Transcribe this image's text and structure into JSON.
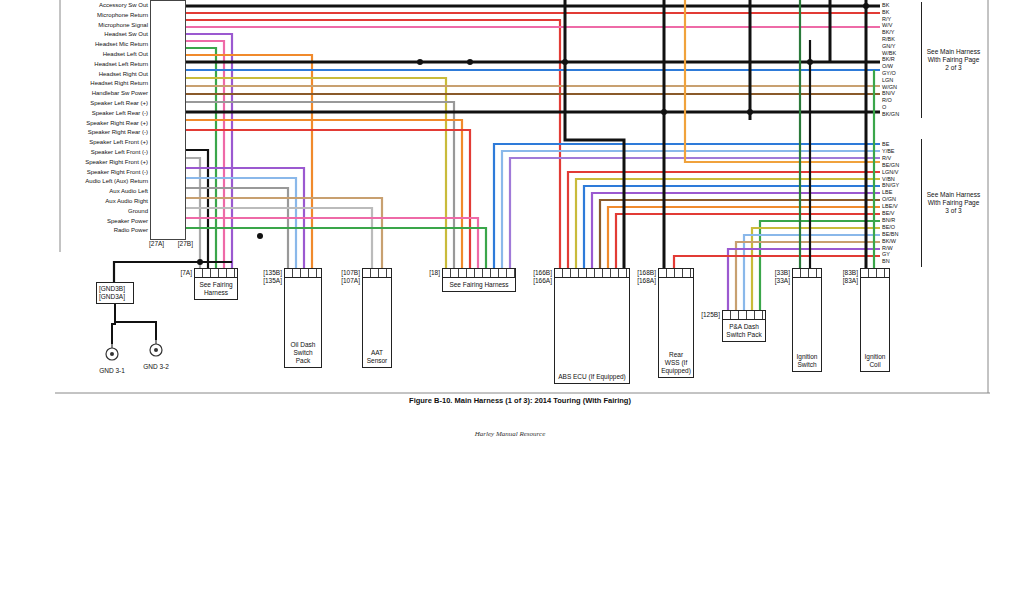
{
  "diagram": {
    "caption": "Figure B-10. Main Harness (1 of 3): 2014 Touring (With Fairing)",
    "nodes": [
      {
        "text": [
          "[27A]",
          "[27B]"
        ]
      },
      {
        "text": [
          "[GND3B]",
          "[GND3A]"
        ]
      },
      {
        "text": [
          "GND 3-1"
        ]
      },
      {
        "text": [
          "GND 3-2"
        ]
      },
      {
        "text": [
          "[7A]",
          "See Fairing Harness"
        ]
      },
      {
        "text": [
          "[135B]",
          "[135A]",
          "Oil Dash Switch Pack"
        ]
      },
      {
        "text": [
          "[107B]",
          "[107A]",
          "AAT Sensor"
        ]
      },
      {
        "text": [
          "[18]",
          "See Fairing Harness"
        ]
      },
      {
        "text": [
          "[166B]",
          "[166A]",
          "ABS ECU (If Equipped)"
        ]
      },
      {
        "text": [
          "[168B]",
          "[168A]",
          "Rear WSS (If Equipped)"
        ]
      },
      {
        "text": [
          "[125B]",
          "P&A Dash Switch Pack"
        ]
      },
      {
        "text": [
          "[33B]",
          "[33A]",
          "Ignition Switch"
        ]
      },
      {
        "text": [
          "[83B]",
          "[83A]",
          "Ignition Coil"
        ]
      },
      {
        "text": [
          "See Main Harness With Fairing Page 2 of 3"
        ]
      },
      {
        "text": [
          "See Main Harness With Fairing Page 3 of 3"
        ]
      }
    ],
    "edges": [
      {
        "from": 1,
        "to": 2,
        "arrow": "none"
      },
      {
        "from": 1,
        "to": 3,
        "arrow": "none"
      }
    ],
    "labels": [
      "Accessory Sw Out",
      "Microphone Return",
      "Microphone Signal",
      "Headset Sw Out",
      "Headset Mic Return",
      "Headset Left Out",
      "Headset Left Return",
      "Headset Right Out",
      "Headset Right Return",
      "Handlebar Sw Power",
      "Speaker Left Rear (+)",
      "Speaker Left Rear (-)",
      "Speaker Right Rear (+)",
      "Speaker Right Rear (-)",
      "Speaker Left Front (+)",
      "Speaker Left Front (-)",
      "Speaker Right Front (+)",
      "Speaker Right Front (-)",
      "Audio Left (Aux) Return",
      "Aux Audio Left",
      "Aux Audio Right",
      "Ground",
      "Speaker Power",
      "Radio Power",
      "BK",
      "BK",
      "R/Y",
      "W/V",
      "BK/Y",
      "R/BK",
      "GN/Y",
      "W/BK",
      "BK/R",
      "O/W",
      "GY/O",
      "LGN",
      "W/GN",
      "BN/V",
      "R/O",
      "O",
      "BK/GN",
      "BE",
      "Y/BE",
      "R/V",
      "BE/GN",
      "LGN/V",
      "V/BN",
      "BN/GY",
      "LBE",
      "O/GN",
      "LBE/V",
      "BE/V",
      "BN/R",
      "BE/O",
      "BE/BN",
      "BK/W",
      "R/W",
      "GY",
      "BN",
      "Harley Manual Resource"
    ]
  }
}
